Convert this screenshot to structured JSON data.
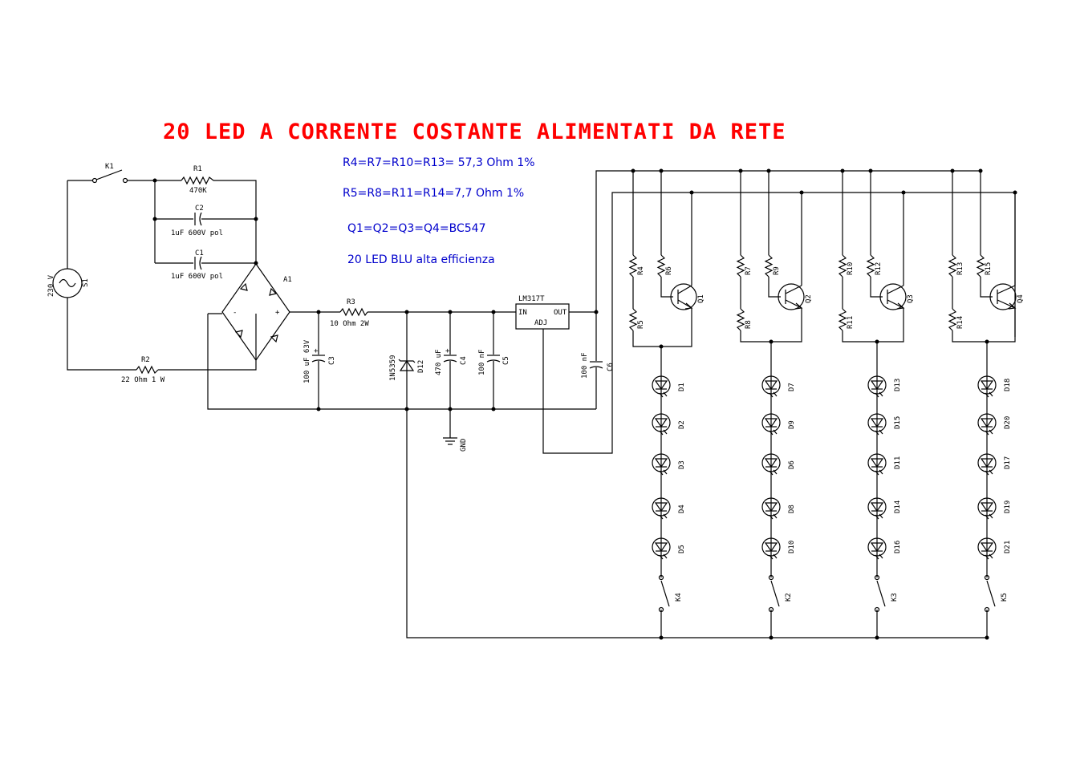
{
  "title": "20 LED A CORRENTE COSTANTE ALIMENTATI DA RETE",
  "notes": [
    "R4=R7=R10=R13=  57,3 Ohm  1%",
    "R5=R8=R11=R14=7,7  Ohm  1%",
    "Q1=Q2=Q3=Q4=BC547",
    "20  LED  BLU  alta  efficienza"
  ],
  "colors": {
    "title": "#ff0000",
    "notes": "#0000cc",
    "lines": "#000000"
  },
  "input": {
    "source_voltage": "230 V",
    "source_name": "S1",
    "switch": "K1",
    "r1_name": "R1",
    "r1_value": "470K",
    "c2_name": "C2",
    "c2_value": "1uF 600V pol",
    "c1_name": "C1",
    "c1_value": "1uF 600V pol",
    "r2_name": "R2",
    "r2_value": "22 Ohm 1 W",
    "bridge_name": "A1",
    "bridge_plus": "+",
    "bridge_minus": "-"
  },
  "regulator": {
    "c3_name": "C3",
    "c3_value": "100 uF 63V",
    "r3_name": "R3",
    "r3_value": "10 Ohm 2W",
    "zener_name": "D12",
    "zener_value": "1N5359",
    "c4_name": "C4",
    "c4_value": "470 uF",
    "c5_name": "C5",
    "c5_value": "100 nF",
    "ic_name": "LM317T",
    "ic_in": "IN",
    "ic_out": "OUT",
    "ic_adj": "ADJ",
    "c6_name": "C6",
    "c6_value": "100 nF",
    "gnd": "GND",
    "polarity": "+"
  },
  "strings": [
    {
      "r_top": "R4",
      "r_bot": "R5",
      "r_base": "R6",
      "q": "Q1",
      "leds": [
        "D1",
        "D2",
        "D3",
        "D4",
        "D5"
      ],
      "k": "K4"
    },
    {
      "r_top": "R7",
      "r_bot": "R8",
      "r_base": "R9",
      "q": "Q2",
      "leds": [
        "D7",
        "D9",
        "D6",
        "D8",
        "D10"
      ],
      "k": "K2"
    },
    {
      "r_top": "R10",
      "r_bot": "R11",
      "r_base": "R12",
      "q": "Q3",
      "leds": [
        "D13",
        "D15",
        "D11",
        "D14",
        "D16"
      ],
      "k": "K3"
    },
    {
      "r_top": "R13",
      "r_bot": "R14",
      "r_base": "R15",
      "q": "Q4",
      "leds": [
        "D18",
        "D20",
        "D17",
        "D19",
        "D21"
      ],
      "k": "K5"
    }
  ]
}
